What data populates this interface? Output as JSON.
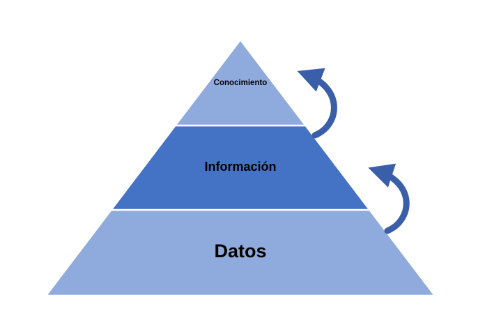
{
  "diagram": {
    "type": "pyramid",
    "levels": [
      {
        "label": "Conocimiento",
        "position": "top"
      },
      {
        "label": "Información",
        "position": "middle"
      },
      {
        "label": "Datos",
        "position": "bottom"
      }
    ],
    "arrows": [
      {
        "name": "arrow-datos-to-informacion",
        "direction": "up"
      },
      {
        "name": "arrow-informacion-to-conocimiento",
        "direction": "up"
      }
    ]
  },
  "colors": {
    "light_blue": "#8faadc",
    "dark_blue": "#4472c4",
    "arrow_blue": "#3a5fa8",
    "divider": "#ffffff",
    "text": "#000000",
    "background": "#ffffff"
  }
}
